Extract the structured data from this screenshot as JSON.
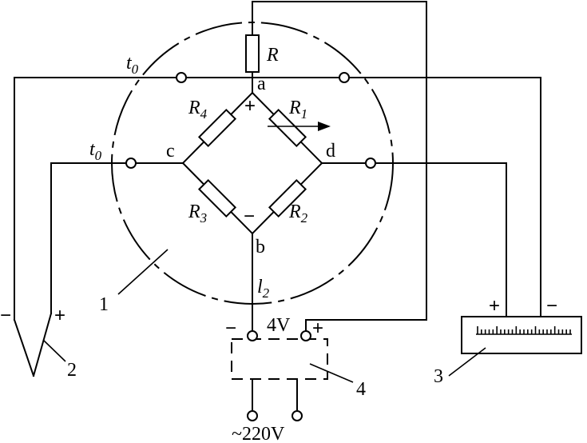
{
  "labels": {
    "R": "R",
    "R1": "R",
    "R1_sub": "1",
    "R2": "R",
    "R2_sub": "2",
    "R3": "R",
    "R3_sub": "3",
    "R4": "R",
    "R4_sub": "4",
    "node_a": "a",
    "node_b": "b",
    "node_c": "c",
    "node_d": "d",
    "t0_top": "t",
    "t0_top_sub": "0",
    "t0_left": "t",
    "t0_left_sub": "0",
    "l2": "l",
    "l2_sub": "2",
    "plus_a": "+",
    "minus_b": "−",
    "supply_voltage": "4V",
    "supply_minus": "−",
    "supply_plus": "+",
    "mains": "~220V",
    "meter_plus": "+",
    "meter_minus": "−",
    "thermo_minus": "−",
    "thermo_plus": "+",
    "callout_1": "1",
    "callout_2": "2",
    "callout_3": "3",
    "callout_4": "4"
  }
}
